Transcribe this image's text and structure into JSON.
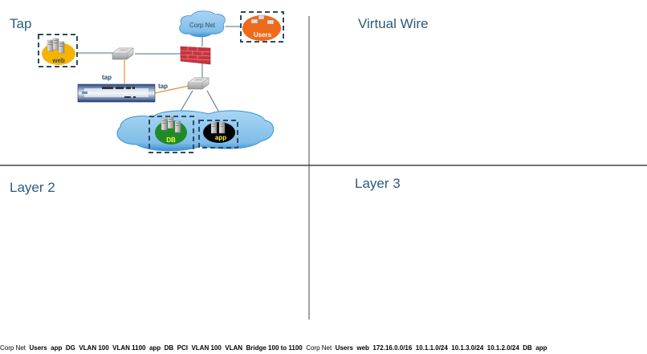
{
  "panels": {
    "tap": {
      "title": "Tap",
      "corp_net": "Corp Net",
      "users": "Users",
      "web": "web",
      "db": "DB",
      "app": "app",
      "tap_label_1": "tap",
      "tap_label_2": "tap"
    },
    "virtual_wire": {
      "title": "Virtual Wire",
      "corp_net": "Corp Net",
      "users": "Users",
      "app": "app"
    },
    "layer2": {
      "title": "Layer 2",
      "app": "app",
      "db": "DB",
      "pci": "PCI",
      "dg": "DG",
      "vlan_left": "VLAN 100",
      "vlan_right": "VLAN 1100",
      "vlan_bottom_left": "VLAN 100",
      "vlan_bottom_right": "VLAN",
      "bridge": "Bridge 100 to 1100"
    },
    "layer3": {
      "title": "Layer 3",
      "corp_net": "Corp Net",
      "users": "Users",
      "web": "web",
      "db": "DB",
      "app": "app",
      "subnet_corp": "172.16.0.0/16",
      "subnet_web": "10.1.1.0/24",
      "subnet_db": "10.1.3.0/24",
      "subnet_app": "10.1.2.0/24"
    }
  },
  "colors": {
    "title": "#2e5a7a",
    "cloud": "#8cc4ea",
    "cloud_edge": "#3b8fd1",
    "link": "#4d6f88",
    "tap_link": "#f08a3c",
    "users_zone": "#f06a1a",
    "web_zone": "#f6b400",
    "db_zone": "#1f8a2a",
    "app_zone": "#000000",
    "pci_zone": "#2f5f80",
    "zone_label_yellow": "#ffff33",
    "firewall": "#c8353f",
    "divider": "#444444"
  }
}
